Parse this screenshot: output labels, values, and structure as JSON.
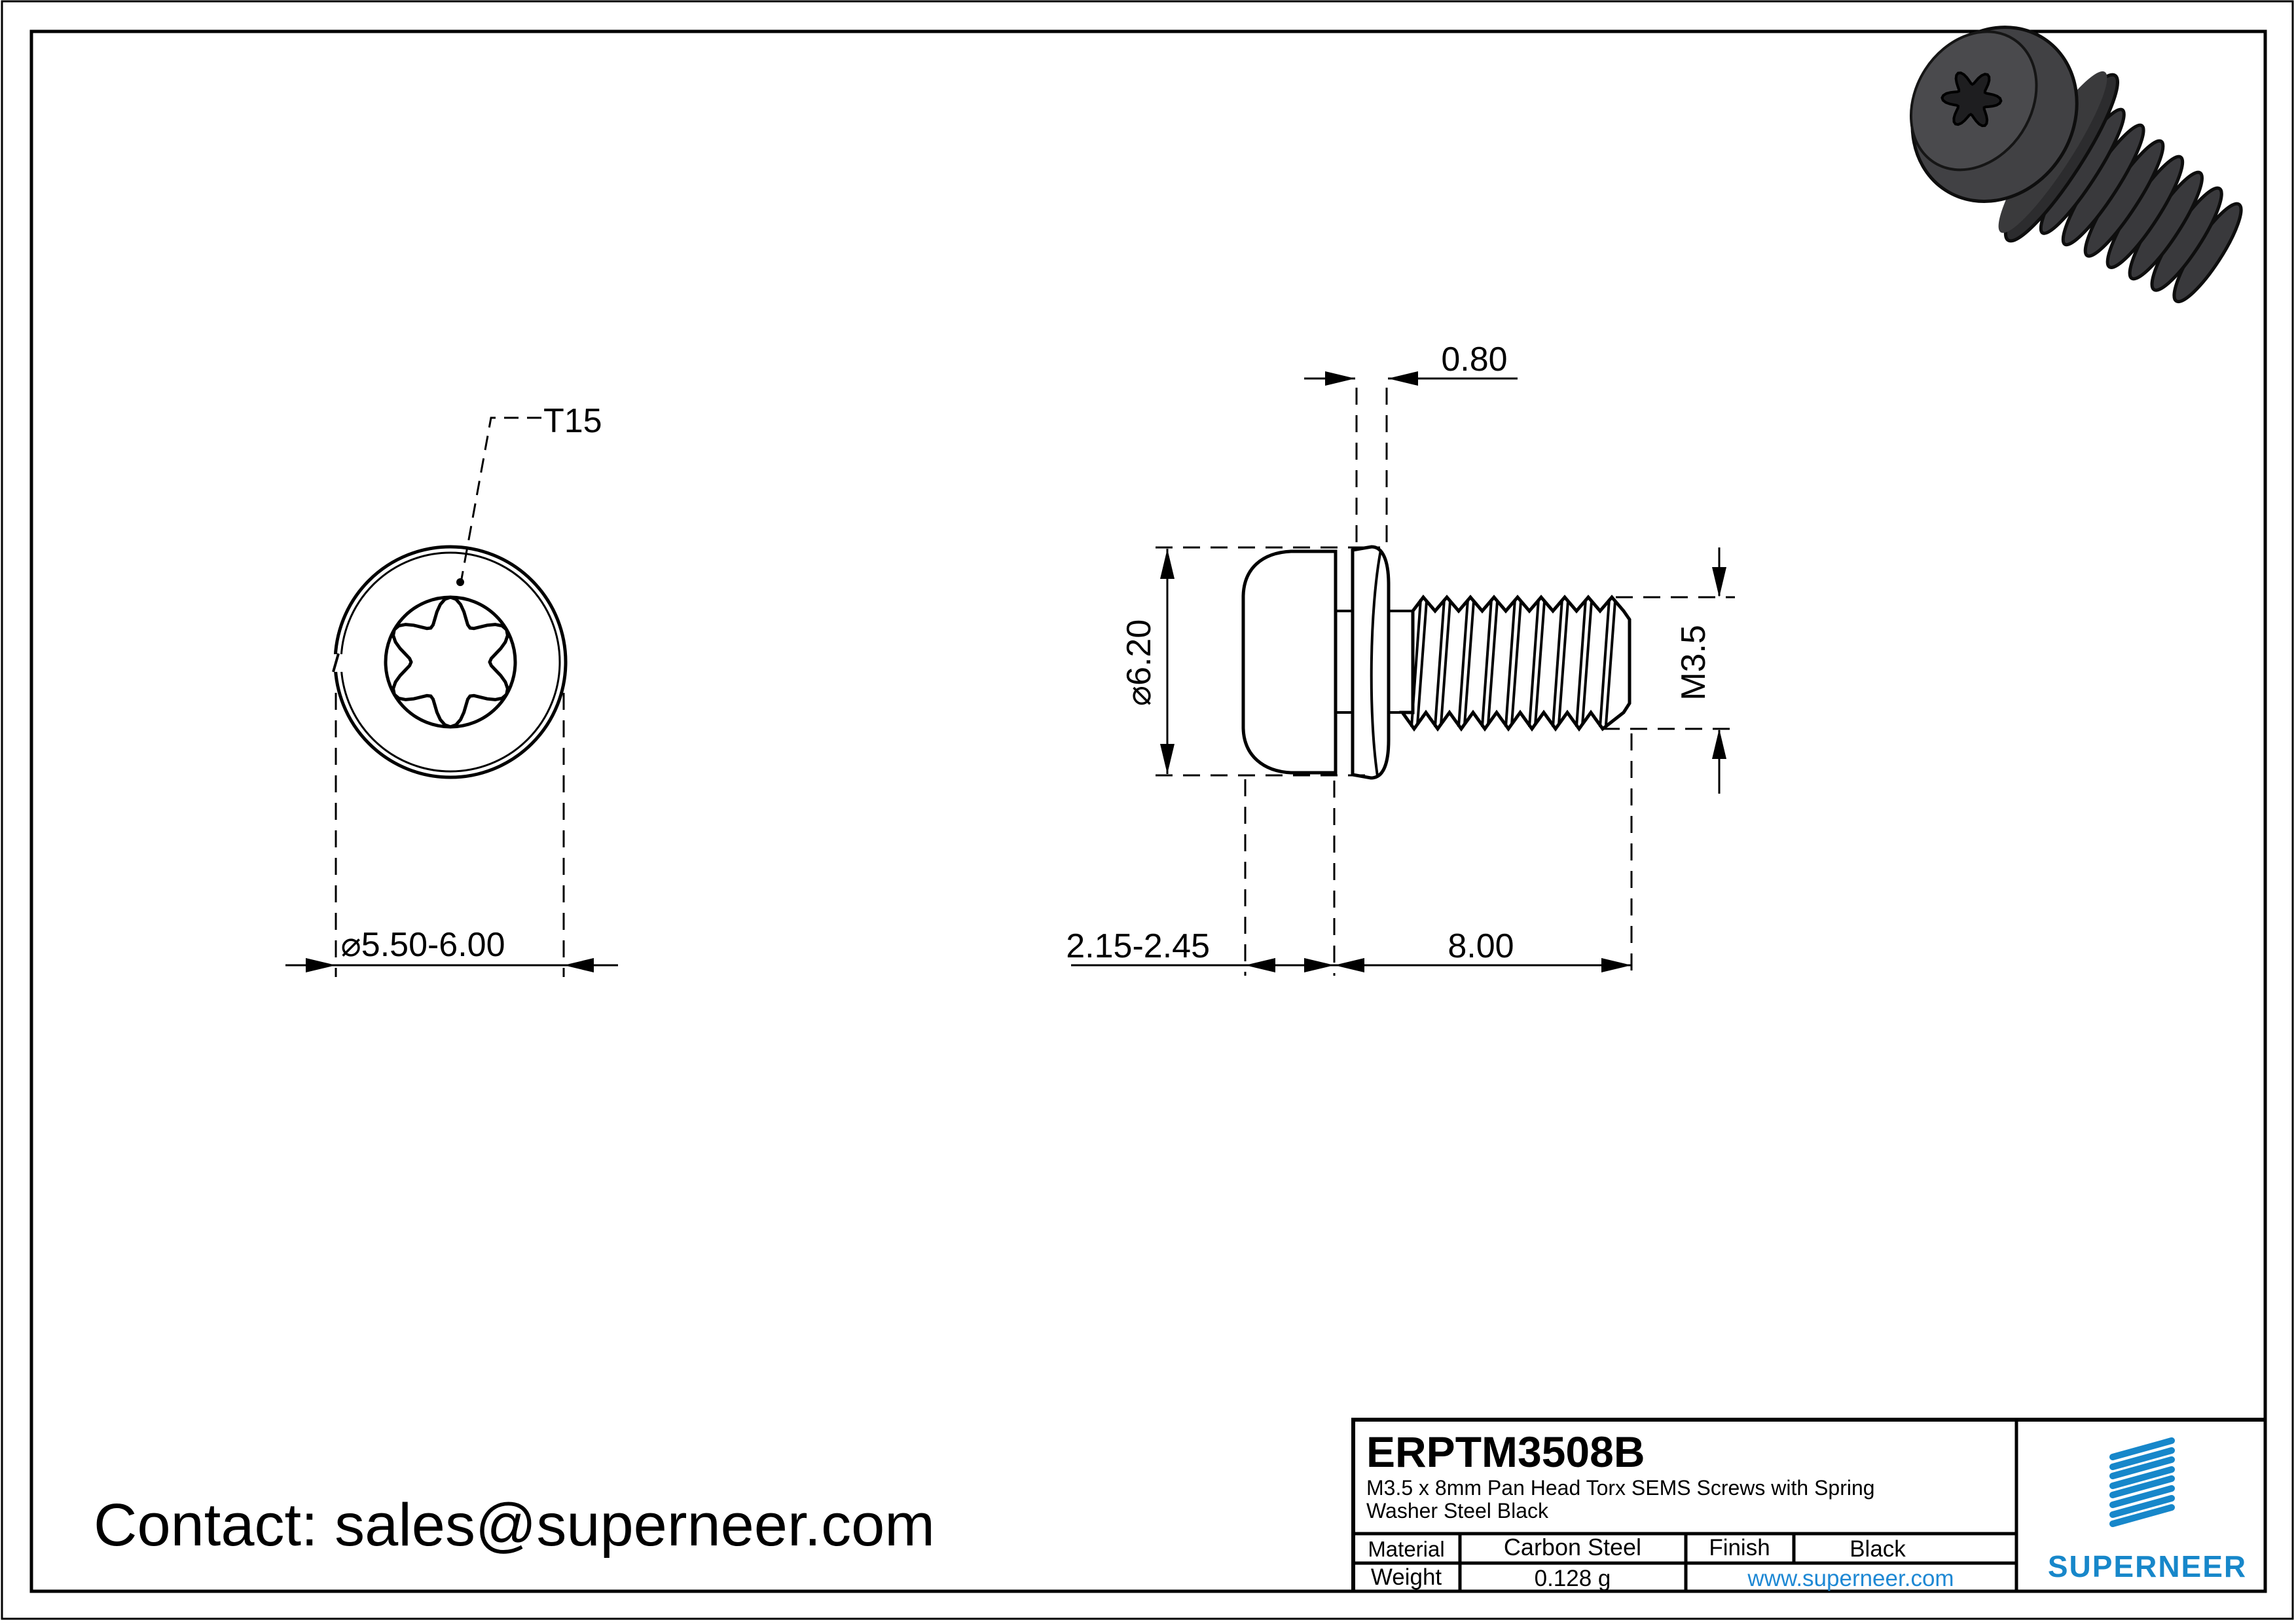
{
  "page": {
    "contact": "Contact: sales@superneer.com"
  },
  "views": {
    "front": {
      "drive_label": "T15",
      "washer_diameter_label": "⌀5.50-6.00"
    },
    "side": {
      "washer_thickness_label": "0.80",
      "head_diameter_label": "⌀6.20",
      "head_height_label": "2.15-2.45",
      "thread_length_label": "8.00",
      "thread_size_label": "M3.5"
    }
  },
  "title_block": {
    "part_number": "ERPTM3508B",
    "description_line1": "M3.5 x 8mm Pan Head Torx SEMS Screws with Spring",
    "description_line2": "Washer Steel Black",
    "material_label": "Material",
    "material_value": "Carbon Steel",
    "finish_label": "Finish",
    "finish_value": "Black",
    "weight_label": "Weight",
    "weight_value": "0.128 g",
    "website": "www.superneer.com",
    "brand": "SUPERNEER"
  },
  "colors": {
    "brand_blue": "#1787CA",
    "link_blue": "#1E88D4",
    "line_black": "#000000",
    "screw_body_dark": "#3A3A3C"
  }
}
